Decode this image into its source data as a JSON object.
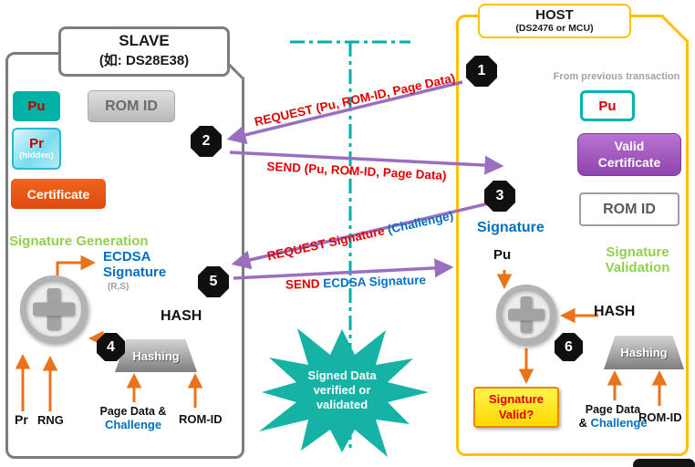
{
  "slave": {
    "title": "SLAVE",
    "subtitle": "(如:  DS28E38)",
    "pu": "Pu",
    "rom_id": "ROM ID",
    "pr": "Pr",
    "pr_hidden": "(hidden)",
    "certificate": "Certificate",
    "section": "Signature Generation",
    "ecdsa": "ECDSA\nSignature",
    "ecdsa_rs": "(R,S)",
    "hash": "HASH",
    "hashing": "Hashing",
    "step4": "4",
    "in_pr": "Pr",
    "in_rng": "RNG",
    "in_pagedata": "Page Data &",
    "in_challenge": "Challenge",
    "in_romid": "ROM-ID"
  },
  "host": {
    "title": "HOST",
    "subtitle": "(DS2476 or MCU)",
    "prev": "From previous transaction",
    "pu": "Pu",
    "valid_cert": "Valid\nCertificate",
    "rom_id": "ROM ID",
    "signature": "Signature",
    "pu_in": "Pu",
    "section": "Signature\nValidation",
    "hash": "HASH",
    "hashing": "Hashing",
    "step6": "6",
    "sig_valid": "Signature\nValid?",
    "in_pagedata": "Page Data",
    "in_amp": "& ",
    "in_challenge": "Challenge",
    "in_romid": "ROM-ID"
  },
  "flow": {
    "step1": "1",
    "step2": "2",
    "step3": "3",
    "step5": "5",
    "msg1": "REQUEST (Pu, ROM-ID, Page Data)",
    "msg2": "SEND (Pu, ROM-ID, Page Data)",
    "msg3_req": "REQUEST Signature ",
    "msg3_chal": "(Challenge)",
    "msg4_send": "SEND ",
    "msg4_sig": "ECDSA Signature",
    "burst": "Signed Data\nverified or\nvalidated"
  },
  "colors": {
    "teal": "#00b0a8",
    "purple_arrow": "#9a6fc0",
    "orange": "#e8731a",
    "green": "#92d050",
    "blue": "#0070c0",
    "red": "#e00000",
    "host_border": "#ffc000",
    "slave_border": "#7d7d7d"
  }
}
